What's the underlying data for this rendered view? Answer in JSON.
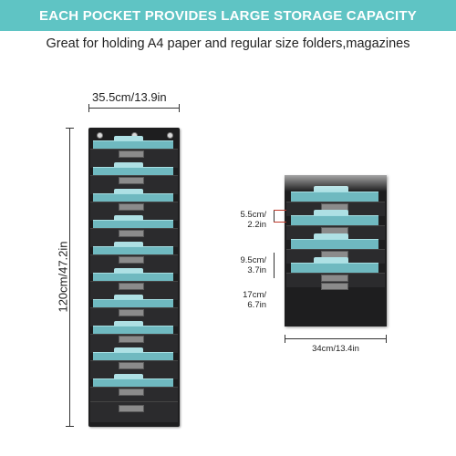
{
  "banner": {
    "title": "EACH POCKET PROVIDES LARGE STORAGE CAPACITY"
  },
  "subtitle": "Great for holding A4 paper and regular size folders,magazines",
  "main_organizer": {
    "width_label": "35.5cm/13.9in",
    "height_label": "120cm/47.2in",
    "pocket_count": 10
  },
  "detail_organizer": {
    "pocket_height_label": "5.5cm/\n2.2in",
    "pocket_spacing_label": "9.5cm/\n3.7in",
    "bottom_pocket_label": "17cm/\n6.7in",
    "width_label": "34cm/13.4in",
    "pocket_count": 4
  },
  "colors": {
    "banner": "#5fc4c4",
    "organizer_fabric": "#1e1e1f",
    "folder": "#6fb9c0",
    "folder_tab": "#aee0e4",
    "label_holder": "#8b8b8b"
  }
}
